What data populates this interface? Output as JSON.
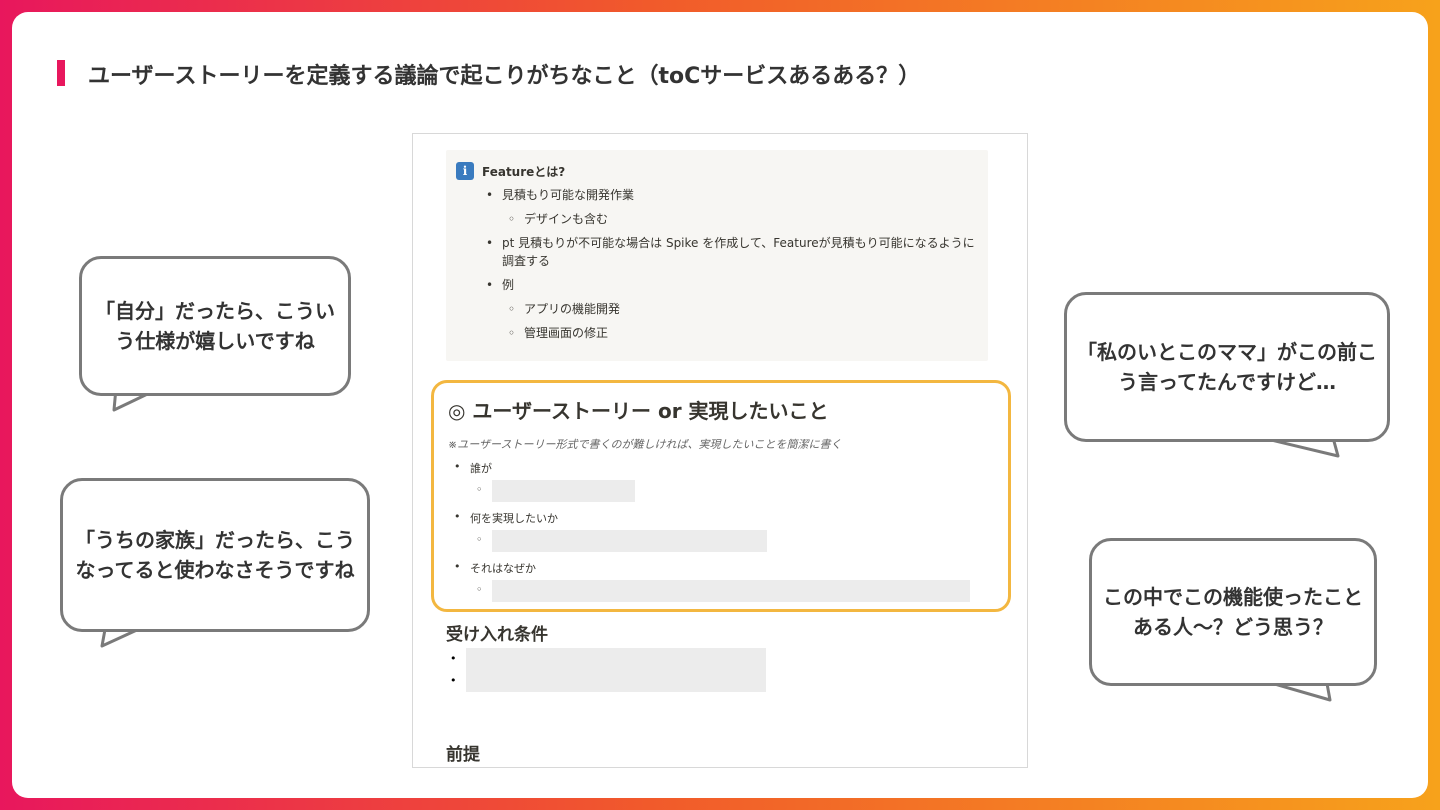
{
  "slide": {
    "title": "ユーザーストーリーを定義する議論で起こりがちなこと（toCサービスあるある？）",
    "accent_color": "#e8175d"
  },
  "doc": {
    "callout": {
      "icon": "info-icon",
      "icon_glyph": "i",
      "heading": "Featureとは?",
      "items": [
        {
          "level": 1,
          "text": "見積もり可能な開発作業"
        },
        {
          "level": 2,
          "text": "デザインも含む"
        },
        {
          "level": 1,
          "text": "pt 見積もりが不可能な場合は Spike を作成して、Featureが見積もり可能になるように調査する"
        },
        {
          "level": 1,
          "text": "例"
        },
        {
          "level": 2,
          "text": "アプリの機能開発"
        },
        {
          "level": 2,
          "text": "管理画面の修正"
        }
      ]
    },
    "story": {
      "title": "◎ ユーザーストーリー or 実現したいこと",
      "note": "※ユーザーストーリー形式で書くのが難しければ、実現したいことを簡潔に書く",
      "items": [
        "誰が",
        "何を実現したいか",
        "それはなぜか"
      ],
      "highlight_color": "#f3b740"
    },
    "acceptance_heading": "受け入れ条件",
    "premise_heading": "前提"
  },
  "bubbles": {
    "b1": "「自分」だったら、こういう仕様が嬉しいですね",
    "b2": "「うちの家族」だったら、こうなってると使わなさそうですね",
    "b3": "「私のいとこのママ」がこの前こう言ってたんですけど…",
    "b4": "この中でこの機能使ったことある人〜？どう思う？"
  }
}
